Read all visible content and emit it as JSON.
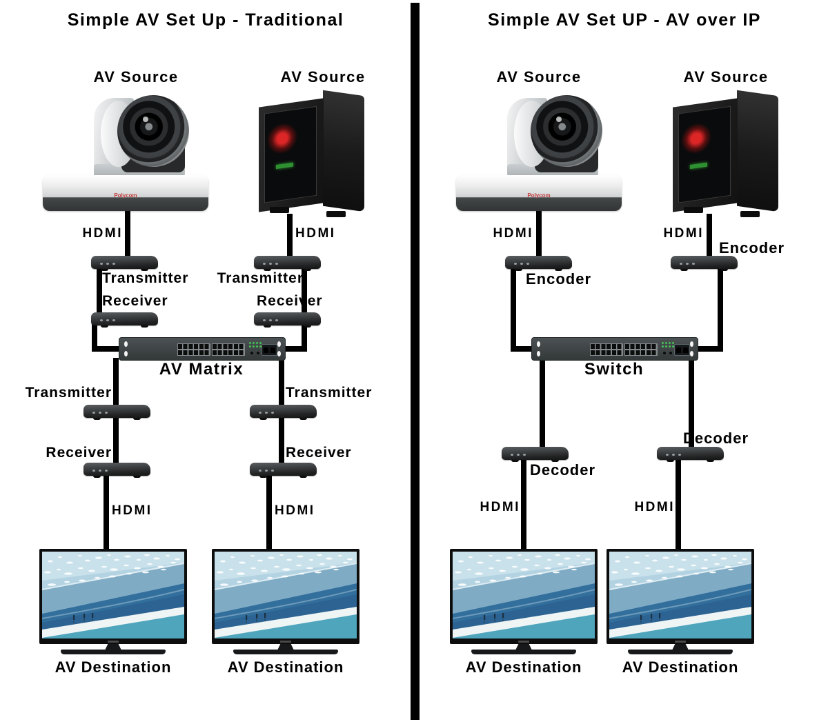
{
  "panels": [
    {
      "title": "Simple AV Set Up - Traditional",
      "source_labels": [
        "AV Source",
        "AV Source"
      ],
      "hdmi_labels_top": [
        "HDMI",
        "HDMI"
      ],
      "transmitter_labels_top": [
        "Transmitter",
        "Transmitter"
      ],
      "receiver_labels_top": [
        "Receiver",
        "Receiver"
      ],
      "hub_label": "AV Matrix",
      "transmitter_labels_bottom": [
        "Transmitter",
        "Transmitter"
      ],
      "receiver_labels_bottom": [
        "Receiver",
        "Receiver"
      ],
      "hdmi_labels_bottom": [
        "HDMI",
        "HDMI"
      ],
      "destination_labels": [
        "AV Destination",
        "AV Destination"
      ]
    },
    {
      "title": "Simple AV Set UP - AV over IP",
      "source_labels": [
        "AV Source",
        "AV Source"
      ],
      "hdmi_labels_top": [
        "HDMI",
        "HDMI"
      ],
      "encoder_labels": [
        "Encoder",
        "Encoder"
      ],
      "hub_label": "Switch",
      "decoder_labels": [
        "Decoder",
        "Decoder"
      ],
      "hdmi_labels_bottom": [
        "HDMI",
        "HDMI"
      ],
      "destination_labels": [
        "AV Destination",
        "AV Destination"
      ]
    }
  ],
  "branding": {
    "camera_logo": "Polycom"
  },
  "colors": {
    "cable": "#000000",
    "divider": "#000000",
    "device_body": "#3d4042",
    "rack_body": "#3f4546",
    "led_green": "#43c153",
    "camera_silver": "#caced0",
    "logo_red": "#c43c3c",
    "sea_dark_blue": "#336f9c",
    "sea_teal": "#4fa5bc"
  }
}
